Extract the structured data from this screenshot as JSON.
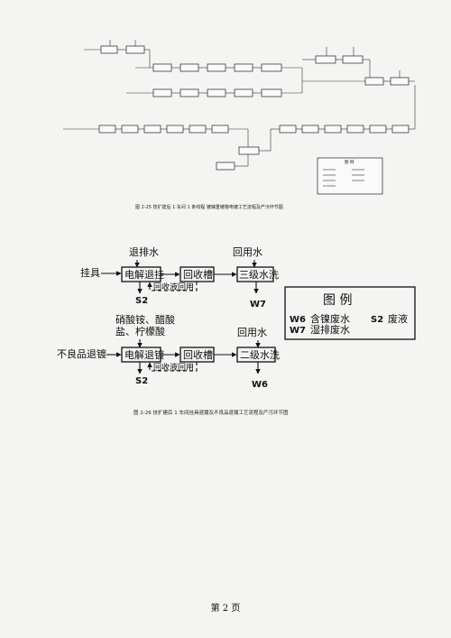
{
  "figure1": {
    "caption": "图 2-25   技扩建后 1 车间 1 条线程 镀镍重镀铬电镀工艺流程及产污环节图",
    "legend_title": "图 例"
  },
  "figure2": {
    "caption": "图 2-26   技扩建后 1 车间挂具退镀及不良品退镀工艺流程及产污环节图",
    "row1": {
      "input_label": "退排水",
      "left_label": "挂具",
      "step1": "电解退挂",
      "step2": "回收槽",
      "return_label": "回收液回用",
      "reuse_label": "回用水",
      "step3": "三级水洗",
      "waste_solid": "S2",
      "waste_water": "W7"
    },
    "row2": {
      "input_line1": "硝酸铵、醋酸",
      "input_line2": "盐、柠檬酸",
      "left_label": "不良品退镀",
      "step1": "电解退镀",
      "step2": "回收槽",
      "return_label": "回收液回用",
      "reuse_label": "回用水",
      "step3": "二级水洗",
      "waste_solid": "S2",
      "waste_water": "W6"
    },
    "legend": {
      "title": "图  例",
      "w6_code": "W6",
      "w6_text": "含镍废水",
      "s2_code": "S2",
      "s2_text": "废液",
      "w7_code": "W7",
      "w7_text": "湿排废水"
    }
  },
  "footer": {
    "page": "第 2 页"
  }
}
